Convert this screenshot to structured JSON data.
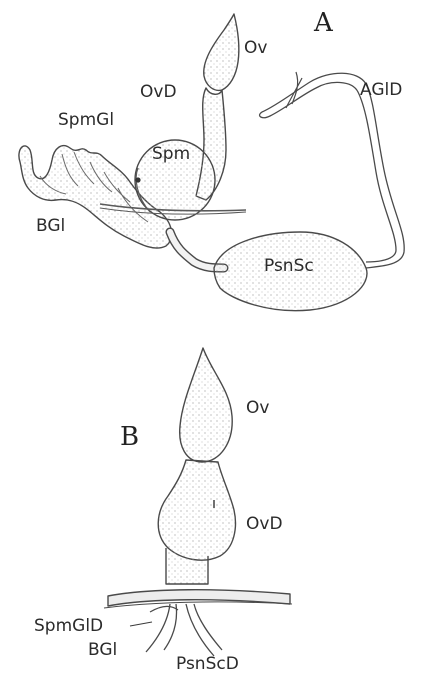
{
  "panels": {
    "a": {
      "letter": "A"
    },
    "b": {
      "letter": "B"
    }
  },
  "labels_a": {
    "ov": "Ov",
    "ovd": "OvD",
    "spmgl": "SpmGl",
    "spm": "Spm",
    "agld": "AGlD",
    "bgl": "BGl",
    "psnsc": "PsnSc"
  },
  "labels_b": {
    "ov": "Ov",
    "ovd": "OvD",
    "spmgld": "SpmGlD",
    "bgl": "BGl",
    "psnscd": "PsnScD"
  }
}
